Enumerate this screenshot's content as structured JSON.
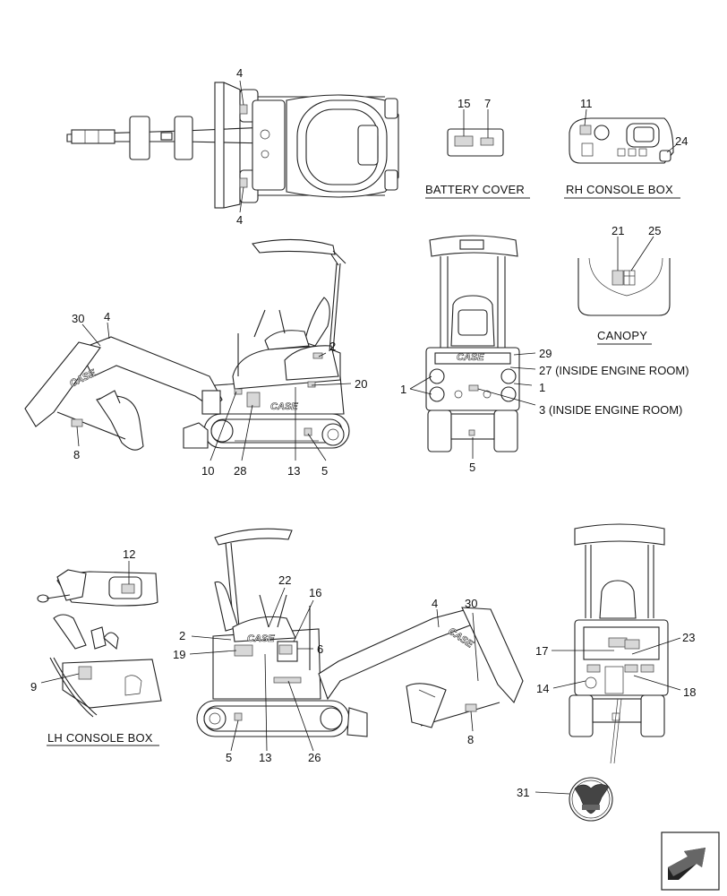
{
  "captions": {
    "battery_cover": "BATTERY COVER",
    "rh_console_box": "RH CONSOLE BOX",
    "canopy": "CANOPY",
    "lh_console_box": "LH CONSOLE BOX"
  },
  "brand_text": "CASE",
  "callouts": {
    "top_view_4_upper": "4",
    "top_view_4_lower": "4",
    "battery_15": "15",
    "battery_7": "7",
    "rh_11": "11",
    "rh_24": "24",
    "canopy_21": "21",
    "canopy_25": "25",
    "left_30": "30",
    "left_4": "4",
    "left_2": "2",
    "left_20": "20",
    "left_8": "8",
    "left_10": "10",
    "left_28": "28",
    "left_13": "13",
    "left_5": "5",
    "rear_29": "29",
    "rear_27": "27 (INSIDE ENGINE ROOM)",
    "rear_1_left": "1",
    "rear_1_right": "1",
    "rear_3": "3 (INSIDE ENGINE ROOM)",
    "rear_5": "5",
    "lh_12": "12",
    "lh_9": "9",
    "right_22": "22",
    "right_16": "16",
    "right_2": "2",
    "right_19": "19",
    "right_6": "6",
    "right_4": "4",
    "right_30": "30",
    "right_8": "8",
    "right_5": "5",
    "right_13": "13",
    "right_26": "26",
    "front_17": "17",
    "front_23": "23",
    "front_14": "14",
    "front_18": "18",
    "front_31": "31"
  },
  "icons": {
    "navigation": "next-page-arrow-icon",
    "emblem": "eagle-emblem-icon"
  }
}
